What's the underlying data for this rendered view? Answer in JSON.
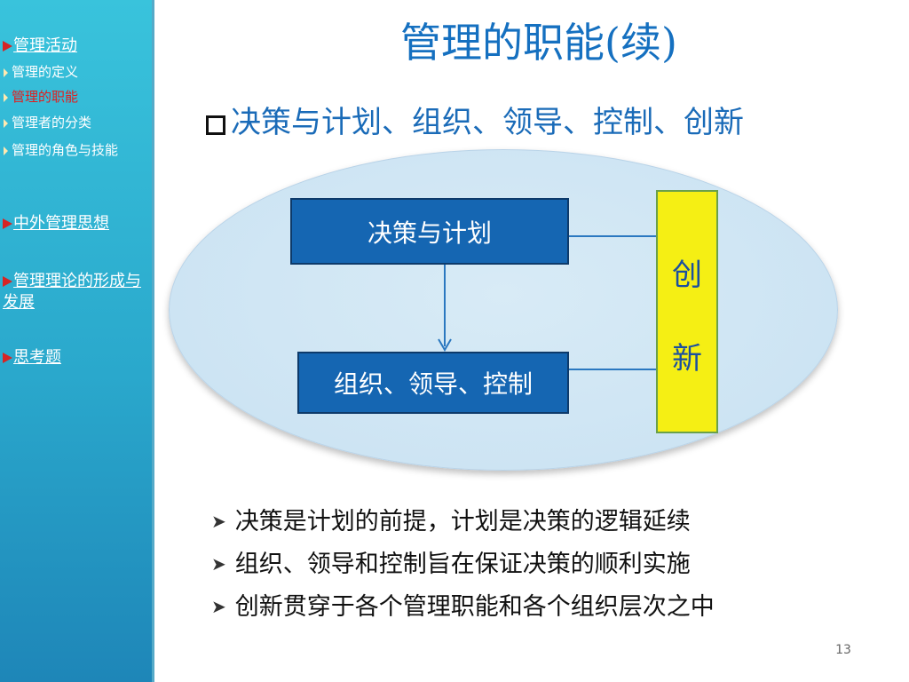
{
  "sidebar": {
    "sections": [
      {
        "label": "管理活动",
        "subitems": [
          "管理的定义",
          "管理的职能",
          "管理者的分类",
          "管理的角色与技能"
        ]
      },
      {
        "label": "中外管理思想"
      },
      {
        "label": "管理理论的形成与发展"
      },
      {
        "label": "思考题"
      }
    ],
    "active_subitem": "管理的职能"
  },
  "slide": {
    "title": "管理的职能(续)",
    "headline": "决策与计划、组织、领导、控制、创新",
    "diagram": {
      "box_plan": "决策与计划",
      "box_org": "组织、领导、控制",
      "innovation_chars": [
        "创",
        "新"
      ]
    },
    "points": [
      "决策是计划的前提，计划是决策的逻辑延续",
      "组织、领导和控制旨在保证决策的顺利实施",
      "创新贯穿于各个管理职能和各个组织层次之中"
    ],
    "page_number": "13"
  },
  "colors": {
    "sidebar": "#2aa8cc",
    "title": "#1570c0",
    "box": "#1566b2",
    "innovation": "#f5ef14",
    "active_item": "#e31d1d"
  }
}
